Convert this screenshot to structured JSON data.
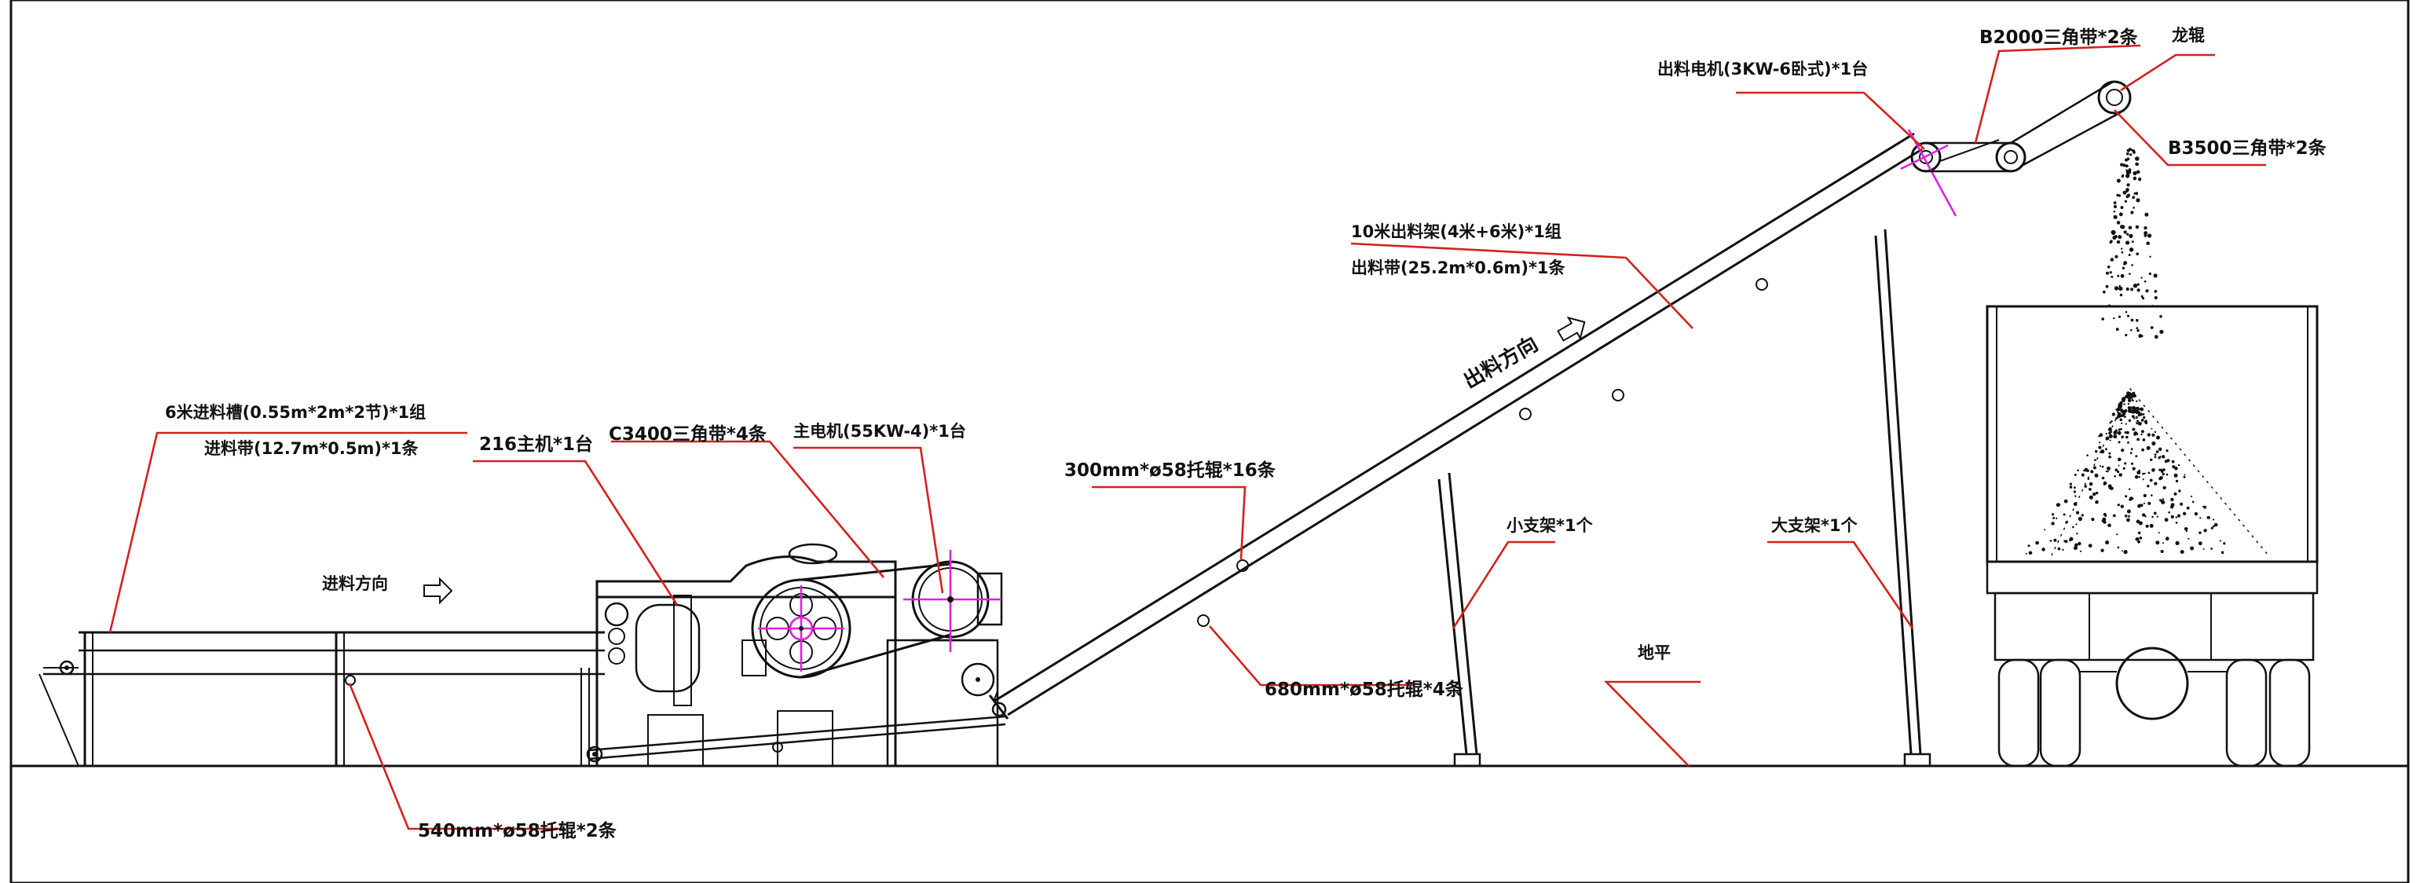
{
  "colors": {
    "line": "#111111",
    "leader": "#d62020",
    "accent": "#e020e0",
    "background": "#ffffff"
  },
  "labels": {
    "feed_trough": "6米进料槽(0.55m*2m*2节)*1组",
    "feed_belt": "进料带(12.7m*0.5m)*1条",
    "feed_direction": "进料方向",
    "main_machine": "216主机*1台",
    "c3400_belt": "C3400三角带*4条",
    "main_motor": "主电机(55KW-4)*1台",
    "idler_300": "300mm*ø58托辊*16条",
    "idler_680": "680mm*ø58托辊*4条",
    "idler_540": "540mm*ø58托辊*2条",
    "discharge_frame": "10米出料架(4米+6米)*1组",
    "discharge_belt": "出料带(25.2m*0.6m)*1条",
    "discharge_direction": "出料方向",
    "small_support": "小支架*1个",
    "large_support": "大支架*1个",
    "ground": "地平",
    "discharge_motor": "出料电机(3KW-6卧式)*1台",
    "b2000_belt": "B2000三角带*2条",
    "roller": "龙辊",
    "b3500_belt": "B3500三角带*2条"
  }
}
